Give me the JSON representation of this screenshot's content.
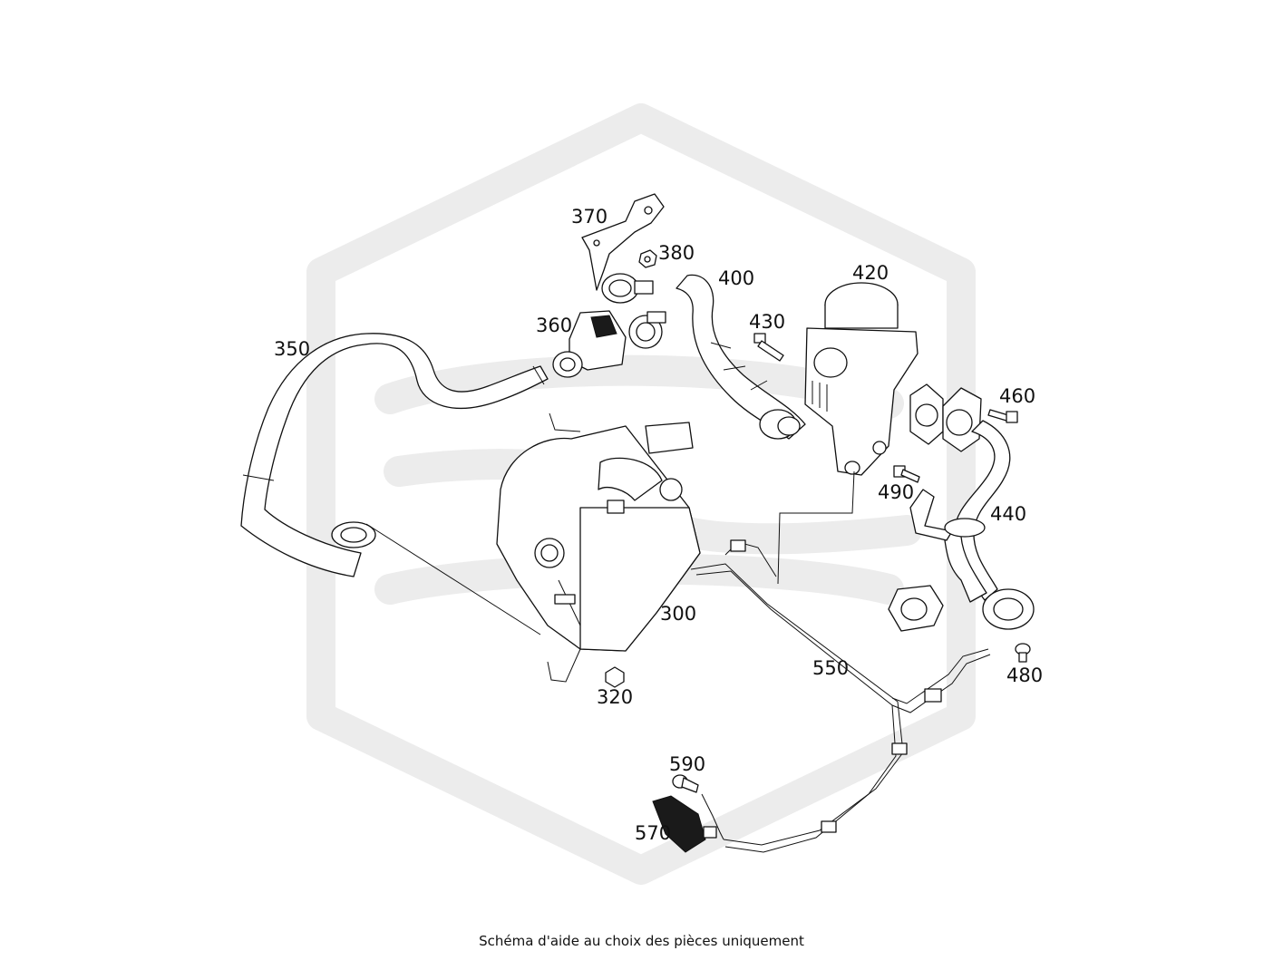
{
  "diagram": {
    "part_numbers": [
      "300",
      "320",
      "350",
      "360",
      "370",
      "380",
      "400",
      "420",
      "430",
      "440",
      "460",
      "480",
      "490",
      "550",
      "570",
      "590"
    ],
    "watermark_color": "#ececec",
    "line_color": "#111111"
  },
  "caption": "Schéma d'aide au choix des pièces uniquement"
}
